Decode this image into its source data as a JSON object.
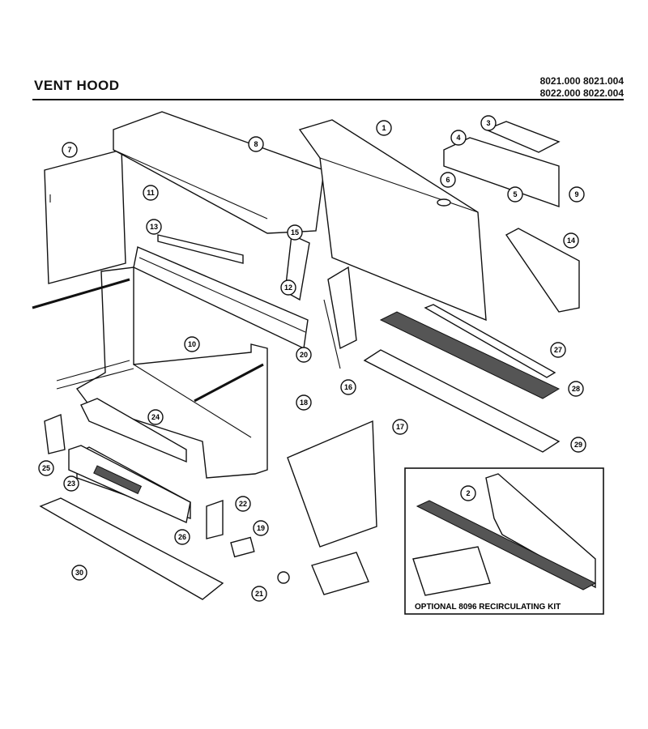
{
  "header": {
    "title": "VENT HOOD",
    "models_line1": "8021.000  8021.004",
    "models_line2": "8022.000  8022.004"
  },
  "kit": {
    "caption": "OPTIONAL 8096 RECIRCULATING KIT"
  },
  "callouts": [
    "7",
    "8",
    "1",
    "3",
    "4",
    "5",
    "6",
    "9",
    "10",
    "11",
    "12",
    "13",
    "15",
    "14",
    "16",
    "17",
    "18",
    "19",
    "20",
    "21",
    "22",
    "23",
    "24",
    "25",
    "26",
    "27",
    "28",
    "29",
    "30",
    "2"
  ]
}
